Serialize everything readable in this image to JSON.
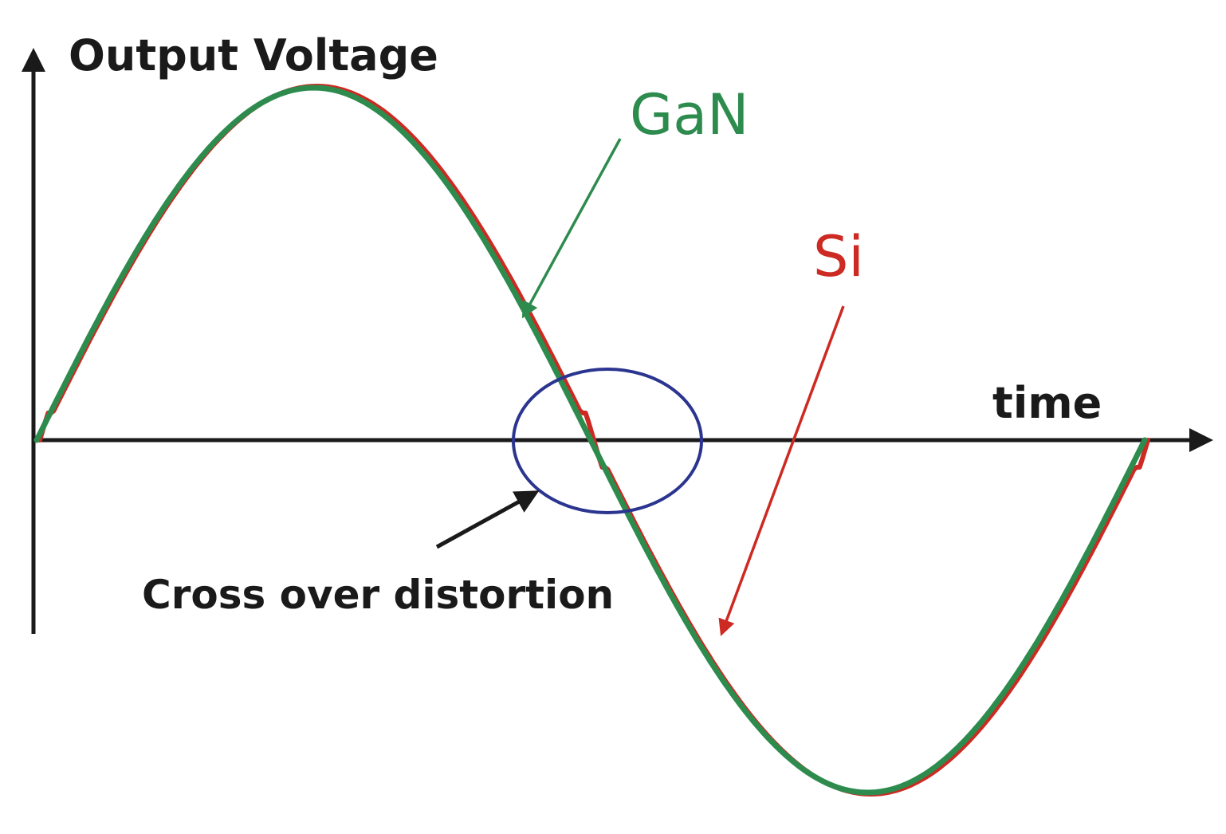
{
  "diagram": {
    "y_axis_label": "Output Voltage",
    "x_axis_label": "time",
    "curves": [
      {
        "name": "GaN",
        "color": "#2e8b4e",
        "distortion": "none"
      },
      {
        "name": "Si",
        "color": "#cc2a22",
        "distortion": "flat steps near zero crossings"
      }
    ],
    "annotation": {
      "text": "Cross over distortion",
      "highlight_color": "#2b3590"
    }
  }
}
